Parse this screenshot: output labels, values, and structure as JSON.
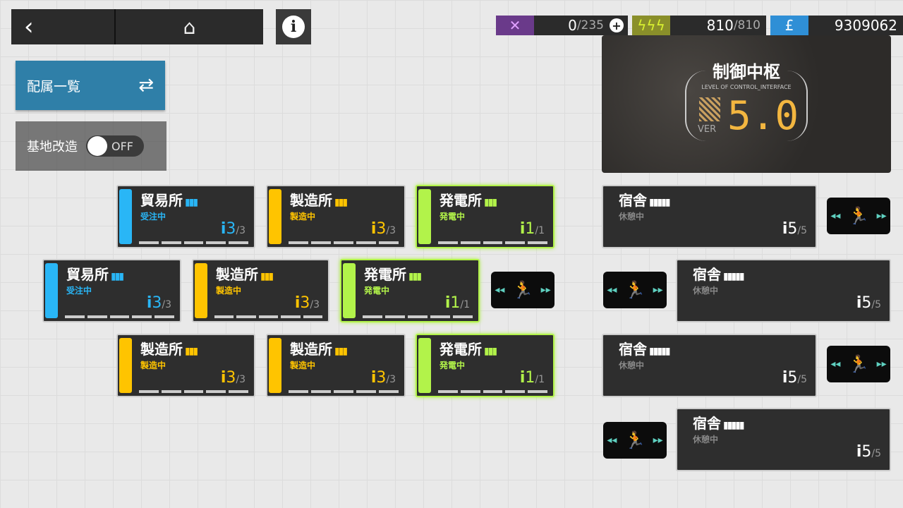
{
  "nav": {
    "back_icon": "‹",
    "home_icon": "⌂",
    "info_icon": "i"
  },
  "resources": {
    "drones": {
      "value": "0",
      "max": "/235",
      "icon": "drone-icon",
      "color": "#6a3a8a"
    },
    "power": {
      "value": "810",
      "max": "/810",
      "icon": "battery-icon",
      "color": "#b5c43a"
    },
    "lmd": {
      "value": "9309062",
      "icon": "lmd-icon",
      "color": "#2f8fd6"
    }
  },
  "assign_button": "配属一覧",
  "modify": {
    "label": "基地改造",
    "toggle": "OFF"
  },
  "control_center": {
    "title": "制御中枢",
    "subtitle": "LEVEL OF CONTROL_INTERFACE",
    "ver": "VER",
    "level": "5.0"
  },
  "colors": {
    "trade": "#29b6f6",
    "factory": "#ffc400",
    "power": "#b2f34a",
    "dorm": "#ffffff"
  },
  "rooms": [
    {
      "type": "trade",
      "name": "貿易所",
      "status": "受注中",
      "count": "3",
      "max": "/3",
      "pips": 3
    },
    {
      "type": "factory",
      "name": "製造所",
      "status": "製造中",
      "count": "3",
      "max": "/3",
      "pips": 3
    },
    {
      "type": "power",
      "name": "発電所",
      "status": "発電中",
      "count": "1",
      "max": "/1",
      "pips": 3
    },
    {
      "type": "dorm",
      "name": "宿舎",
      "status": "休憩中",
      "count": "5",
      "max": "/5",
      "pips": 5
    },
    {
      "type": "trade",
      "name": "貿易所",
      "status": "受注中",
      "count": "3",
      "max": "/3",
      "pips": 3
    },
    {
      "type": "factory",
      "name": "製造所",
      "status": "製造中",
      "count": "3",
      "max": "/3",
      "pips": 3
    },
    {
      "type": "power",
      "name": "発電所",
      "status": "発電中",
      "count": "1",
      "max": "/1",
      "pips": 3
    },
    {
      "type": "dorm",
      "name": "宿舎",
      "status": "休憩中",
      "count": "5",
      "max": "/5",
      "pips": 5
    },
    {
      "type": "factory",
      "name": "製造所",
      "status": "製造中",
      "count": "3",
      "max": "/3",
      "pips": 3
    },
    {
      "type": "factory",
      "name": "製造所",
      "status": "製造中",
      "count": "3",
      "max": "/3",
      "pips": 3
    },
    {
      "type": "power",
      "name": "発電所",
      "status": "発電中",
      "count": "1",
      "max": "/1",
      "pips": 3
    },
    {
      "type": "dorm",
      "name": "宿舎",
      "status": "休憩中",
      "count": "5",
      "max": "/5",
      "pips": 5
    },
    {
      "type": "dorm",
      "name": "宿舎",
      "status": "休憩中",
      "count": "5",
      "max": "/5",
      "pips": 5
    }
  ],
  "corridor": {
    "left": "◂◂",
    "icon": "🏃",
    "right": "▸▸"
  }
}
